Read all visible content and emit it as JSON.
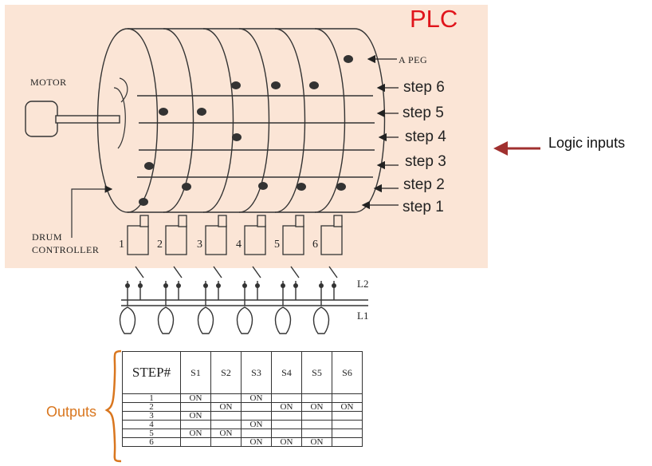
{
  "title": "PLC",
  "drum_labels": {
    "motor": "MOTOR",
    "drum_controller_line1": "DRUM",
    "drum_controller_line2": "CONTROLLER",
    "peg": "A PEG"
  },
  "step_labels": [
    "step 6",
    "step 5",
    "step 4",
    "step 3",
    "step 2",
    "step 1"
  ],
  "callouts": {
    "logic_inputs": "Logic inputs",
    "outputs": "Outputs"
  },
  "switch_numbers": [
    "1",
    "2",
    "3",
    "4",
    "5",
    "6"
  ],
  "lines": {
    "l2": "L2",
    "l1": "L1"
  },
  "table": {
    "headers": [
      "STEP#",
      "S1",
      "S2",
      "S3",
      "S4",
      "S5",
      "S6"
    ],
    "rows": [
      [
        "1",
        "ON",
        "",
        "ON",
        "",
        "",
        ""
      ],
      [
        "2",
        "",
        "ON",
        "",
        "ON",
        "ON",
        "ON"
      ],
      [
        "3",
        "ON",
        "",
        "",
        "",
        "",
        ""
      ],
      [
        "4",
        "",
        "",
        "ON",
        "",
        "",
        ""
      ],
      [
        "5",
        "ON",
        "ON",
        "",
        "",
        "",
        ""
      ],
      [
        "6",
        "",
        "",
        "ON",
        "ON",
        "ON",
        ""
      ]
    ]
  },
  "colors": {
    "panel": "#fbe5d6",
    "plc_title": "#e0141b",
    "logic_arrow": "#a0302f",
    "outputs": "#d9761e"
  }
}
